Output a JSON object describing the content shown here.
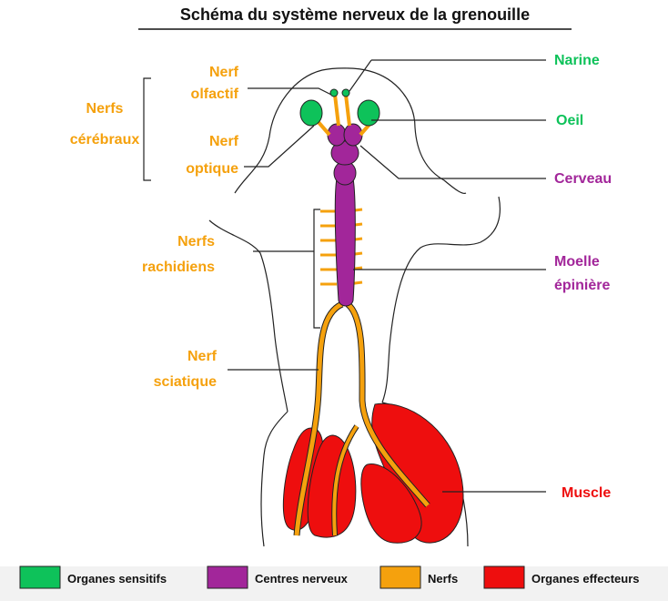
{
  "title": "Schéma du système nerveux de la grenouille",
  "colors": {
    "sensory": "#0ec25a",
    "centers": "#a2269a",
    "nerves": "#f5a10d",
    "effectors": "#ee0e0e",
    "outline": "#222222"
  },
  "labels": {
    "nerfs_cerebraux": [
      "Nerfs",
      "cérébraux"
    ],
    "nerf_olfactif": [
      "Nerf",
      "olfactif"
    ],
    "nerf_optique": [
      "Nerf",
      "optique"
    ],
    "nerfs_rachidiens": [
      "Nerfs",
      "rachidiens"
    ],
    "nerf_sciatique": [
      "Nerf",
      "sciatique"
    ],
    "narine": "Narine",
    "oeil": "Oeil",
    "cerveau": "Cerveau",
    "moelle": [
      "Moelle",
      "épinière"
    ],
    "muscle": "Muscle"
  },
  "legend": [
    {
      "label": "Organes sensitifs",
      "color": "#0ec25a"
    },
    {
      "label": "Centres nerveux",
      "color": "#a2269a"
    },
    {
      "label": "Nerfs",
      "color": "#f5a10d"
    },
    {
      "label": "Organes effecteurs",
      "color": "#ee0e0e"
    }
  ]
}
